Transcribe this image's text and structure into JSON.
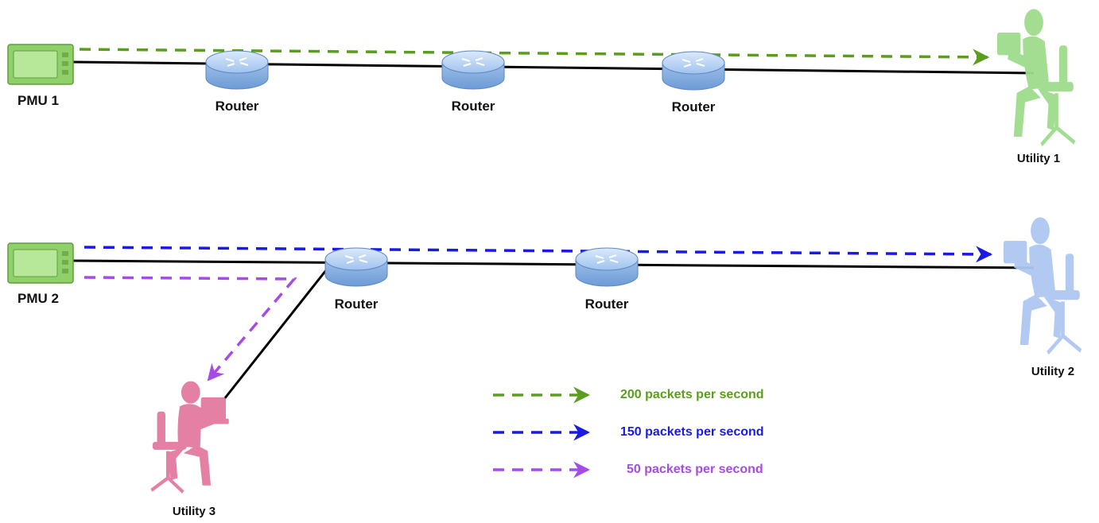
{
  "labels": {
    "pmu1": "PMU 1",
    "pmu2": "PMU 2",
    "router": "Router",
    "utility1": "Utility 1",
    "utility2": "Utility 2",
    "utility3": "Utility 3"
  },
  "legend": [
    {
      "text": "200 packets per second",
      "color": "#5a9e1e"
    },
    {
      "text": "150 packets per second",
      "color": "#1a1ae6"
    },
    {
      "text": "50 packets per second",
      "color": "#a64ae8"
    }
  ],
  "colors": {
    "pmu": "#8fd06a",
    "router": "#8cb7e8",
    "utility1": "#9fdc8c",
    "utility2": "#aec8f2",
    "utility3": "#e27aa0",
    "link": "#000000"
  },
  "icons": {
    "pmu": "pmu-device-icon",
    "router": "router-icon",
    "user": "user-at-computer-icon"
  }
}
